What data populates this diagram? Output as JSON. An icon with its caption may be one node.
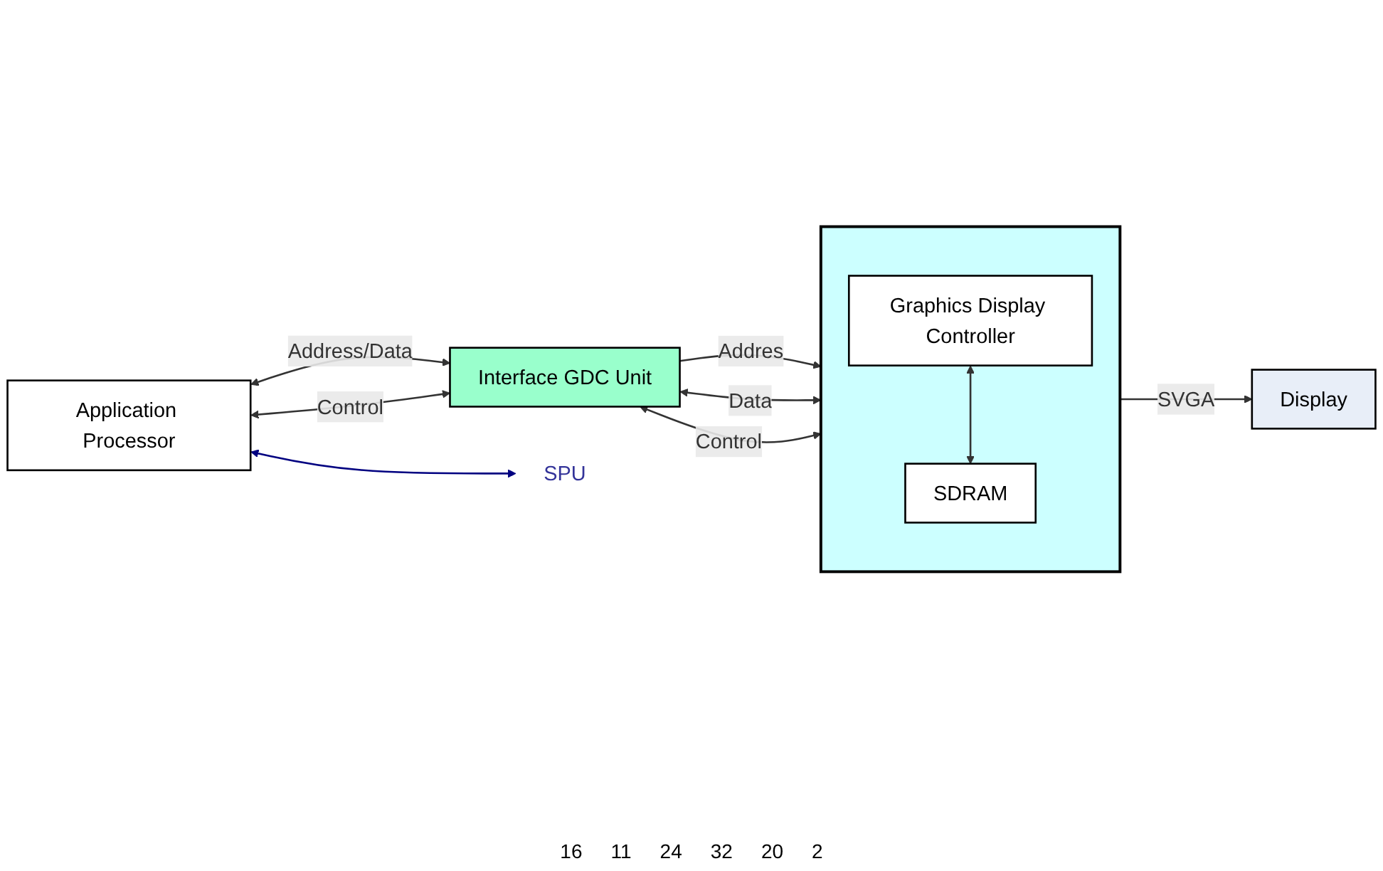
{
  "diagram": {
    "nodes": [
      {
        "text": [
          "Application Processor"
        ]
      },
      {
        "text": [
          "Interface GDC Unit"
        ]
      },
      {
        "text": [],
        "shape": "box"
      },
      {
        "text": [
          "Graphics Display Controller"
        ],
        "in": 2
      },
      {
        "text": [
          "SDRAM"
        ],
        "in": 2
      },
      {
        "text": [
          "Display"
        ]
      },
      {
        "text": [
          "SPU"
        ]
      }
    ],
    "edges": [
      {
        "from": 0,
        "to": 1,
        "arrow": "both",
        "label": "Address/Data"
      },
      {
        "from": 0,
        "to": 1,
        "arrow": "both",
        "label": "Control"
      },
      {
        "from": 1,
        "to": 2,
        "arrow": "to",
        "label": "Addres"
      },
      {
        "from": 1,
        "to": 2,
        "arrow": "both",
        "label": "Data"
      },
      {
        "from": 1,
        "to": 2,
        "arrow": "both",
        "label": "Control"
      },
      {
        "from": 3,
        "to": 4,
        "arrow": "both"
      },
      {
        "from": 2,
        "to": 5,
        "arrow": "to",
        "label": "SVGA"
      },
      {
        "from": 0,
        "to": 6,
        "arrow": "both",
        "color": "#000080"
      }
    ],
    "labels": [
      "16",
      "11",
      "24",
      "32",
      "20",
      "2"
    ]
  }
}
